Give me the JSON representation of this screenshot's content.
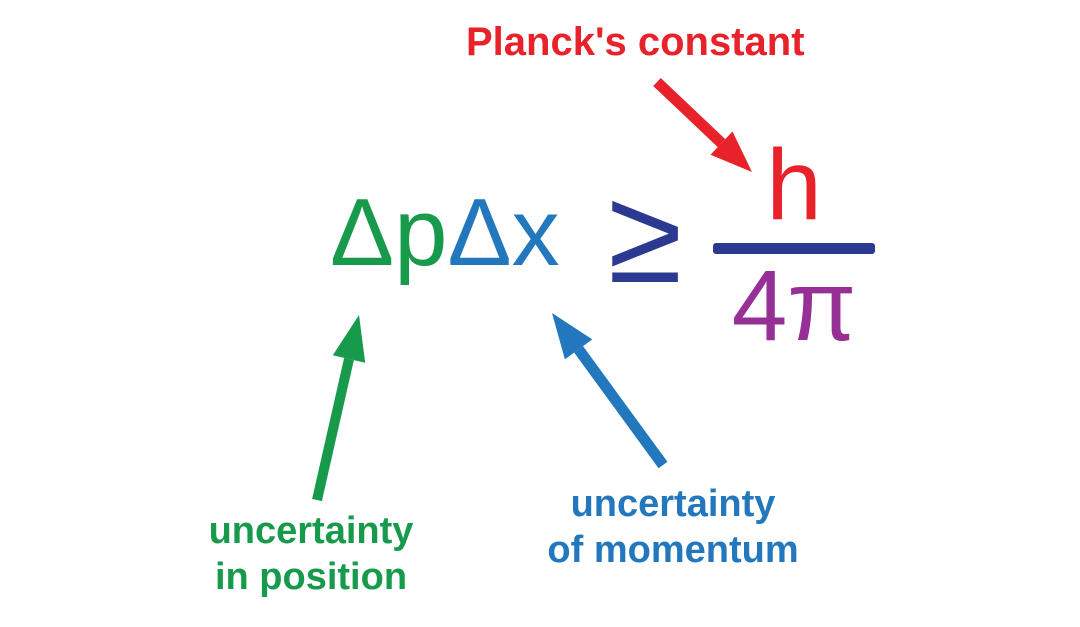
{
  "equation": {
    "delta_p": "Δp",
    "delta_x": "Δx",
    "relation": "≥",
    "numerator": "h",
    "denominator": "4π"
  },
  "annotations": {
    "planck": {
      "text": "Planck's constant",
      "points_to": "h"
    },
    "position": {
      "line1": "uncertainty",
      "line2": "in position",
      "points_to": "Δp"
    },
    "momentum": {
      "line1": "uncertainty",
      "line2": "of momentum",
      "points_to": "Δx"
    }
  },
  "colors": {
    "background": "#ffffff",
    "green": "#189a4c",
    "blue": "#2277bd",
    "navy": "#2b3990",
    "red": "#e8222b",
    "purple": "#962f96"
  }
}
